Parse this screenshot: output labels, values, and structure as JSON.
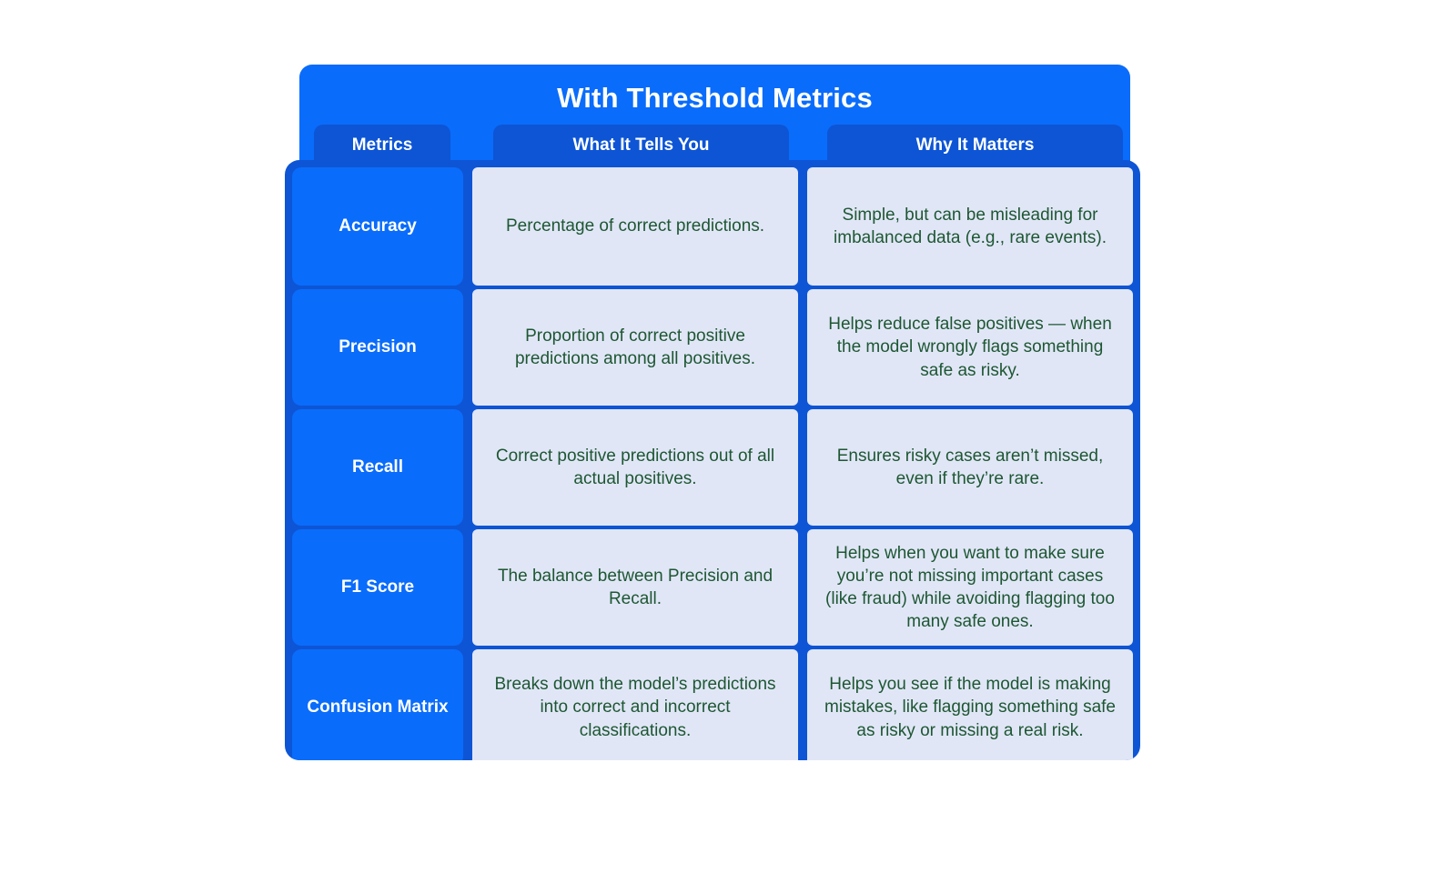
{
  "card": {
    "title": "With Threshold Metrics",
    "accent_blue": "#0a6cfb",
    "deep_blue": "#0d55d5",
    "cell_bg": "#e1e6f7",
    "cell_text_color": "#1d5732"
  },
  "table": {
    "columns": [
      {
        "label": "Metrics"
      },
      {
        "label": "What It Tells You"
      },
      {
        "label": "Why It Matters"
      }
    ],
    "rows": [
      {
        "metric": "Accuracy",
        "what_it_tells_you": "Percentage of correct predictions.",
        "why_it_matters": "Simple, but can be misleading for imbalanced data (e.g., rare events)."
      },
      {
        "metric": "Precision",
        "what_it_tells_you": "Proportion of correct positive predictions among all positives.",
        "why_it_matters": "Helps reduce false positives — when the model wrongly flags something safe as risky."
      },
      {
        "metric": "Recall",
        "what_it_tells_you": "Correct positive predictions out of all actual positives.",
        "why_it_matters": "Ensures risky cases aren’t missed, even if they’re rare."
      },
      {
        "metric": "F1 Score",
        "what_it_tells_you": "The balance between Precision and Recall.",
        "why_it_matters": "Helps when you want to make sure you’re not missing important cases (like fraud) while avoiding flagging too many safe ones."
      },
      {
        "metric": "Confusion Matrix",
        "what_it_tells_you": "Breaks down the model’s predictions into correct and incorrect classifications.",
        "why_it_matters": "Helps you see if the model is making mistakes, like flagging something safe as risky or missing a real risk."
      }
    ]
  }
}
